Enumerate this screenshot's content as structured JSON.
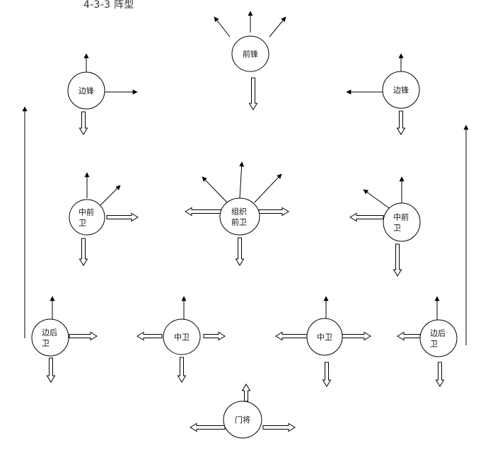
{
  "title": "4-3-3 阵型",
  "colors": {
    "line": "#000000",
    "background": "#ffffff",
    "text": "#111111"
  },
  "players": [
    {
      "id": "cf",
      "label_lines": [
        "前锋"
      ]
    },
    {
      "id": "lw",
      "label_lines": [
        "边锋"
      ]
    },
    {
      "id": "rw",
      "label_lines": [
        "边锋"
      ]
    },
    {
      "id": "lcm",
      "label_lines": [
        "中前",
        "卫"
      ]
    },
    {
      "id": "cam",
      "label_lines": [
        "组织",
        "前卫"
      ]
    },
    {
      "id": "rcm",
      "label_lines": [
        "中前",
        "卫"
      ]
    },
    {
      "id": "lb",
      "label_lines": [
        "边后",
        "卫"
      ]
    },
    {
      "id": "lcb",
      "label_lines": [
        "中卫"
      ]
    },
    {
      "id": "rcb",
      "label_lines": [
        "中卫"
      ]
    },
    {
      "id": "rb",
      "label_lines": [
        "边后",
        "卫"
      ]
    },
    {
      "id": "gk",
      "label_lines": [
        "门将"
      ]
    }
  ]
}
